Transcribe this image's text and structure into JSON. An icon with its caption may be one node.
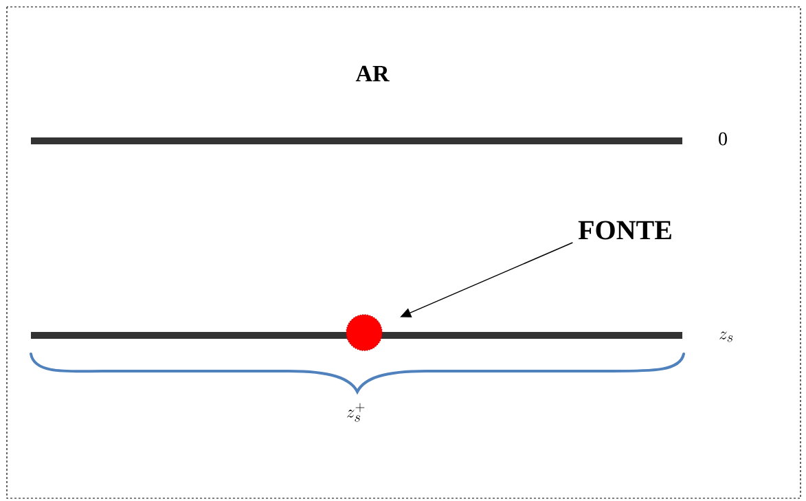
{
  "diagram": {
    "nodes": [
      {
        "text": [
          "FONTE"
        ]
      },
      {
        "text": [],
        "shape": "circle"
      }
    ],
    "edges": [
      {
        "from": 0,
        "to": 1,
        "arrow": "to"
      }
    ],
    "labels": [
      "AR",
      "0",
      "z_s",
      "z_s^+"
    ]
  }
}
